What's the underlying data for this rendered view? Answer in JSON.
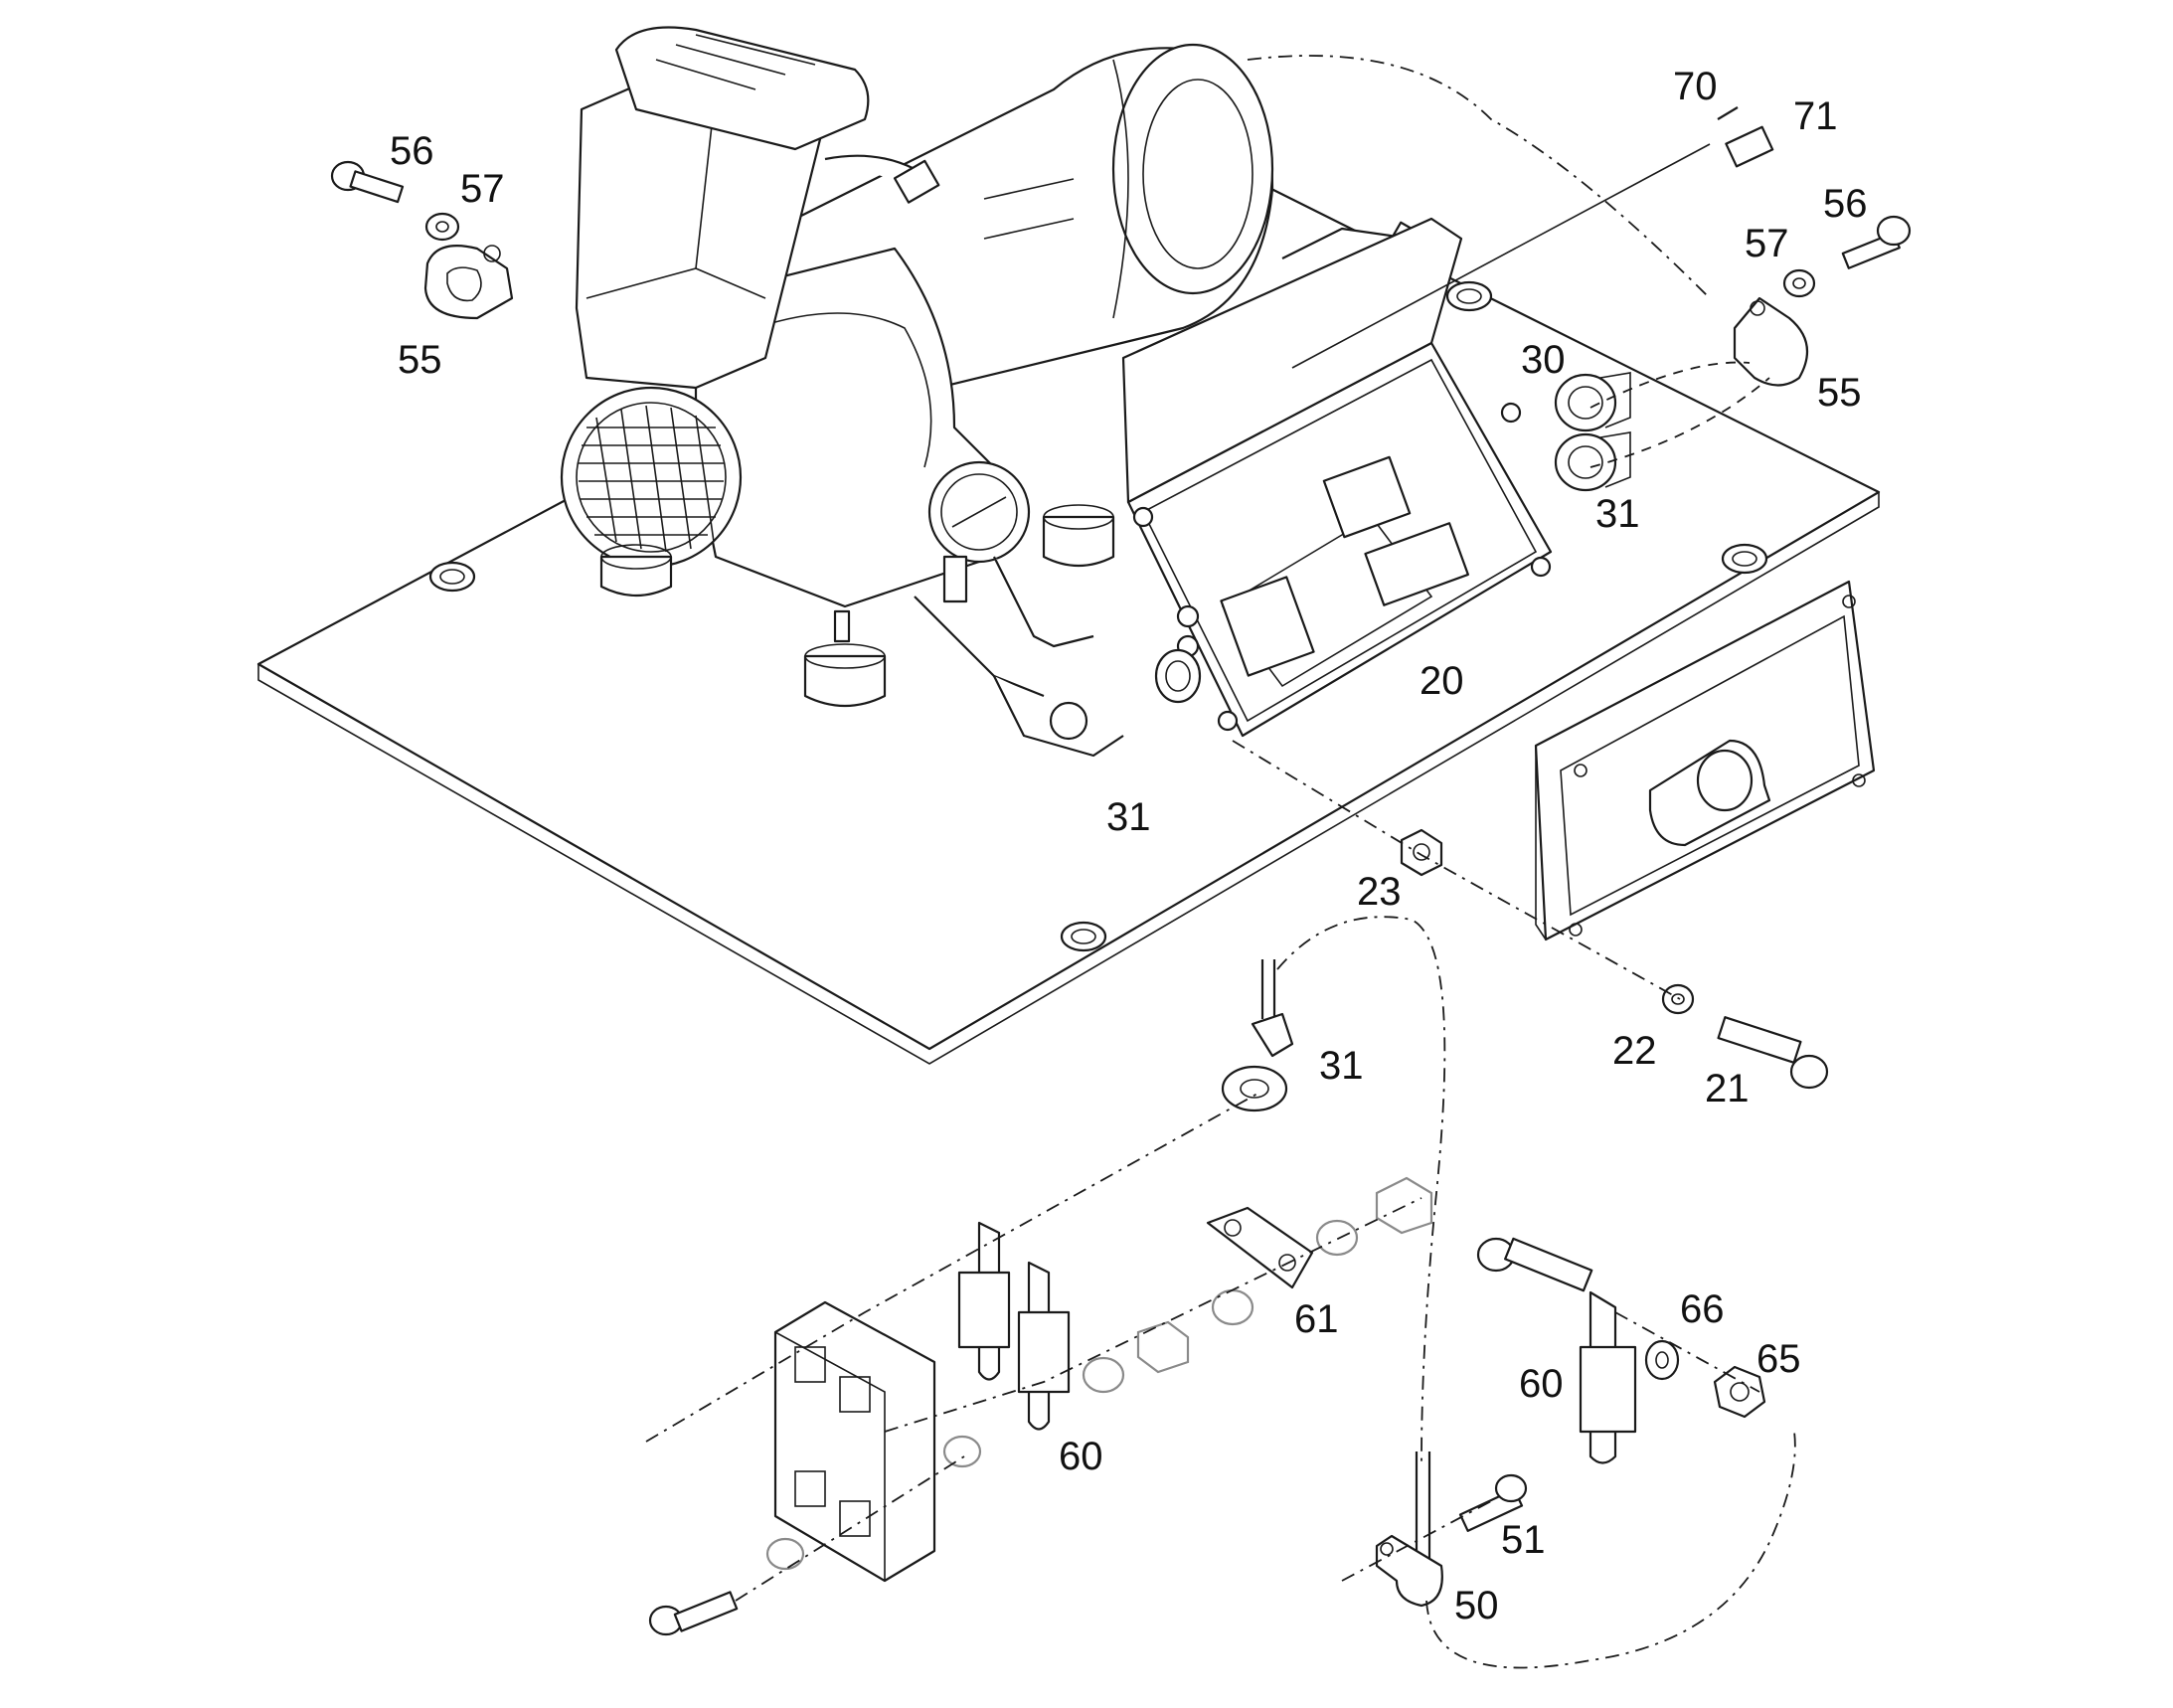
{
  "diagram": {
    "callouts": [
      {
        "id": "c56a",
        "label": "56"
      },
      {
        "id": "c57a",
        "label": "57"
      },
      {
        "id": "c55a",
        "label": "55"
      },
      {
        "id": "c70",
        "label": "70"
      },
      {
        "id": "c71",
        "label": "71"
      },
      {
        "id": "c56b",
        "label": "56"
      },
      {
        "id": "c57b",
        "label": "57"
      },
      {
        "id": "c55b",
        "label": "55"
      },
      {
        "id": "c30",
        "label": "30"
      },
      {
        "id": "c31a",
        "label": "31"
      },
      {
        "id": "c20",
        "label": "20"
      },
      {
        "id": "c31b",
        "label": "31"
      },
      {
        "id": "c23",
        "label": "23"
      },
      {
        "id": "c22",
        "label": "22"
      },
      {
        "id": "c21",
        "label": "21"
      },
      {
        "id": "c31c",
        "label": "31"
      },
      {
        "id": "c61",
        "label": "61"
      },
      {
        "id": "c66",
        "label": "66"
      },
      {
        "id": "c65",
        "label": "65"
      },
      {
        "id": "c60a",
        "label": "60"
      },
      {
        "id": "c60b",
        "label": "60"
      },
      {
        "id": "c51",
        "label": "51"
      },
      {
        "id": "c50",
        "label": "50"
      }
    ]
  }
}
